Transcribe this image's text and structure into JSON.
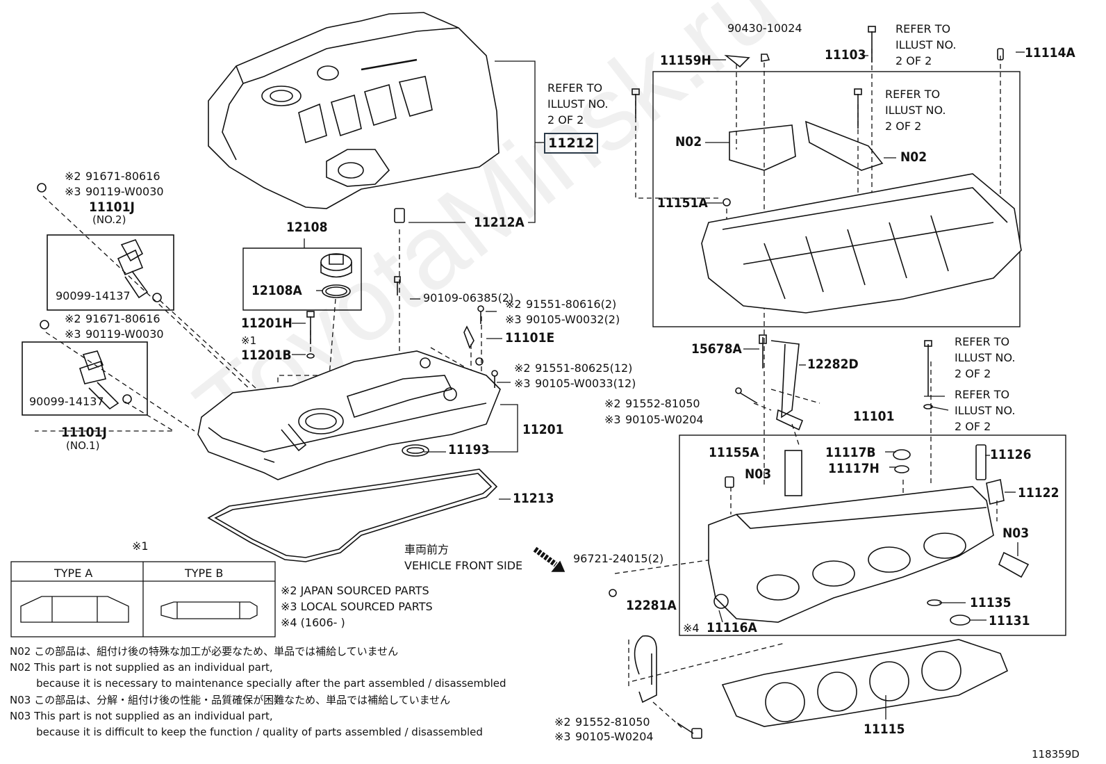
{
  "watermark": "ToyotaMinsk.ru",
  "diagram_id": "118359D",
  "callouts": {
    "p11212": "11212",
    "p11212A": "11212A",
    "p12108": "12108",
    "p12108A": "12108A",
    "p11201H": "11201H",
    "p11201B": "11201B",
    "p11201B_mark": "※1",
    "p11101E": "11101E",
    "p90109": "90109-06385(2)",
    "p91551a_mark": "※2",
    "p91551a": "91551-80616(2)",
    "p90105a_mark": "※3",
    "p90105a": "90105-W0032(2)",
    "p91551b_mark": "※2",
    "p91551b": "91551-80625(12)",
    "p90105b_mark": "※3",
    "p90105b": "90105-W0033(12)",
    "p11201": "11201",
    "p11193": "11193",
    "p11213": "11213",
    "p91671a_mark": "※2",
    "p91671a": "91671-80616",
    "p90119a_mark": "※3",
    "p90119a": "90119-W0030",
    "p11101J_a": "11101J",
    "p11101J_a_sub": "(NO.2)",
    "p90099a": "90099-14137",
    "p91671b_mark": "※2",
    "p91671b": "91671-80616",
    "p90119b_mark": "※3",
    "p90119b": "90119-W0030",
    "p90099b": "90099-14137",
    "p11101J_b": "11101J",
    "p11101J_b_sub": "(NO.1)",
    "p90430": "90430-10024",
    "p11159H": "11159H",
    "p11103": "11103",
    "p11114A": "11114A",
    "pN02a": "N02",
    "pN02b": "N02",
    "p11151A": "11151A",
    "p15678A": "15678A",
    "p12282D": "12282D",
    "p91552a_mark": "※2",
    "p91552a": "91552-81050",
    "p90105c_mark": "※3",
    "p90105c": "90105-W0204",
    "p11101": "11101",
    "p11155A": "11155A",
    "pN03a": "N03",
    "p11117B": "11117B",
    "p11117H": "11117H",
    "p11126": "11126",
    "p11122": "11122",
    "pN03b": "N03",
    "p96721": "96721-24015(2)",
    "p12281A": "12281A",
    "p11116A_mark": "※4",
    "p11116A": "11116A",
    "p11135": "11135",
    "p11131": "11131",
    "p11115": "11115",
    "p91552b_mark": "※2",
    "p91552b": "91552-81050",
    "p90105d_mark": "※3",
    "p90105d": "90105-W0204"
  },
  "refers": [
    {
      "line1": "REFER TO",
      "line2": "ILLUST NO.",
      "line3": "2 OF 2"
    },
    {
      "line1": "REFER TO",
      "line2": "ILLUST NO.",
      "line3": "2 OF 2"
    },
    {
      "line1": "REFER TO",
      "line2": "ILLUST NO.",
      "line3": "2 OF 2"
    },
    {
      "line1": "REFER TO",
      "line2": "ILLUST NO.",
      "line3": "2 OF 2"
    },
    {
      "line1": "REFER TO",
      "line2": "ILLUST NO.",
      "line3": "2 OF 2"
    }
  ],
  "front_side": {
    "jp": "車両前方",
    "en": "VEHICLE FRONT SIDE"
  },
  "type_table": {
    "mark": "※1",
    "col_a": "TYPE A",
    "col_b": "TYPE B"
  },
  "legend": [
    "※2 JAPAN SOURCED PARTS",
    "※3 LOCAL SOURCED PARTS",
    "※4 (1606-        )"
  ],
  "notes": [
    "N02 この部品は、組付け後の特殊な加工が必要なため、単品では補給していません",
    "N02 This part is not supplied as an individual part,",
    "        because it is necessary to maintenance specially after the part assembled / disassembled",
    "N03 この部品は、分解・組付け後の性能・品質確保が困難なため、単品では補給していません",
    "N03 This part is not supplied as an individual part,",
    "        because it is difficult to keep the function / quality of parts assembled / disassembled"
  ],
  "colors": {
    "line": "#111111",
    "highlight_box": "#2b3a48"
  }
}
